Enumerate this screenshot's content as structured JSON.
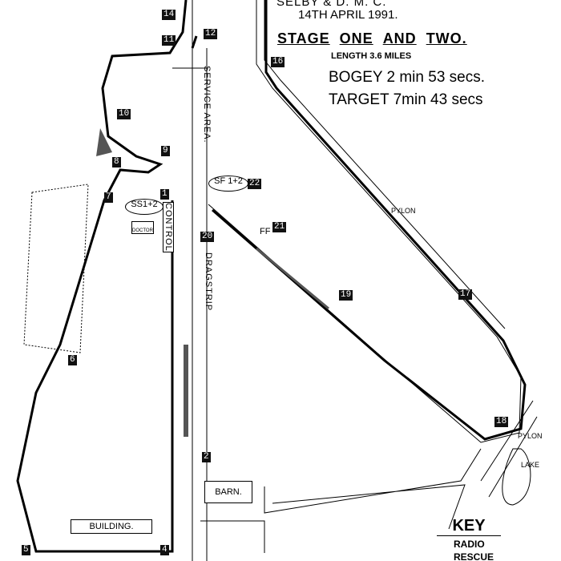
{
  "header": {
    "organiser": "SELBY & D. M. C.",
    "date": "14TH APRIL 1991.",
    "stage_title": [
      "STAGE",
      "ONE",
      "AND",
      "TWO."
    ],
    "length": "LENGTH 3.6 MILES",
    "bogey": "BOGEY 2 min 53 secs.",
    "target": "TARGET 7min 43 secs"
  },
  "markers": [
    "14",
    "11",
    "12",
    "16",
    "10",
    "9",
    "8",
    "7",
    "1",
    "22",
    "20",
    "21",
    "19",
    "17",
    "6",
    "18",
    "2",
    "4",
    "5"
  ],
  "labels": {
    "service_area": "SERVICE AREA.",
    "control": "CONTROL",
    "dragstrip": "DRAGSTRIP",
    "ss": "SS1+2",
    "sf": "SF 1+2",
    "ff": "FF",
    "pylon_1": "PYLON",
    "pylon_2": "PYLON",
    "lake": "LAKE",
    "barn": "BARN.",
    "building": "BUILDING.",
    "doctor": "DOCTOR"
  },
  "key": {
    "title": "KEY",
    "items": [
      "RADIO",
      "RESCUE"
    ]
  }
}
